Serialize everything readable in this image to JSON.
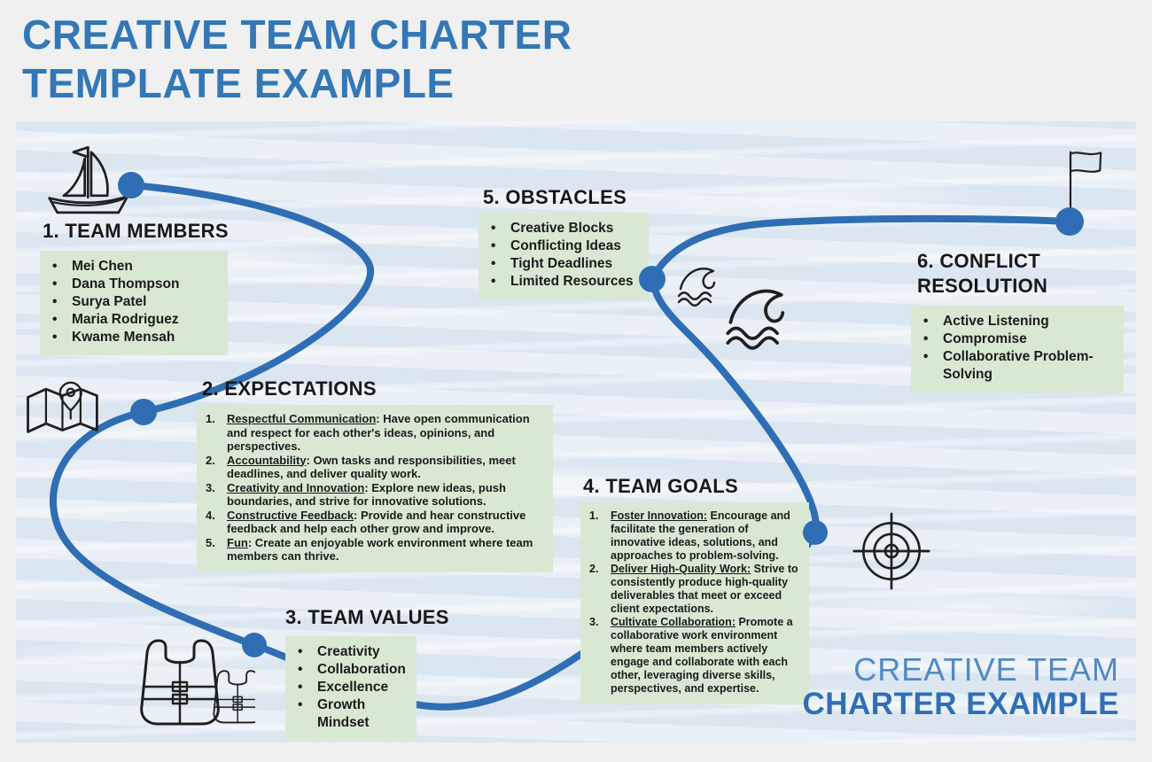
{
  "page": {
    "title_line1": "CREATIVE TEAM CHARTER",
    "title_line2": "TEMPLATE EXAMPLE",
    "brand_line1": "CREATIVE TEAM",
    "brand_line2": "CHARTER EXAMPLE"
  },
  "colors": {
    "accent_blue": "#2F6EB4",
    "title_blue": "#3377B6",
    "box_green": "#D9E8D3",
    "canvas_bg": "#E8EEF5",
    "page_bg": "#F0F0F0",
    "text_black": "#1B1B1B"
  },
  "icons": {
    "start": "sailboat-icon",
    "expectations": "map-icon",
    "values": "life-vest-icon",
    "obstacles": "waves-icon",
    "goals": "target-icon",
    "finish": "flag-icon"
  },
  "sections": [
    {
      "title": "1. TEAM MEMBERS",
      "items": [
        "Mei Chen",
        "Dana Thompson",
        "Surya Patel",
        "Maria Rodriguez",
        "Kwame Mensah"
      ]
    },
    {
      "title": "2. EXPECTATIONS",
      "items": [
        {
          "num": "1.",
          "lead": "Respectful Communication",
          "text": ": Have open communication and respect for each other's ideas, opinions, and perspectives."
        },
        {
          "num": "2.",
          "lead": "Accountability",
          "text": ": Own tasks and responsibilities, meet deadlines, and deliver quality work."
        },
        {
          "num": "3.",
          "lead": "Creativity and Innovation",
          "text": ": Explore new ideas, push boundaries, and strive for innovative solutions."
        },
        {
          "num": "4.",
          "lead": "Constructive Feedback",
          "text": ": Provide and hear constructive feedback and help each other grow and improve."
        },
        {
          "num": "5.",
          "lead": "Fun",
          "text": ": Create an enjoyable work environment where team members can thrive."
        }
      ]
    },
    {
      "title": "3. TEAM VALUES",
      "items": [
        "Creativity",
        "Collaboration",
        "Excellence",
        "Growth Mindset"
      ]
    },
    {
      "title": "4. TEAM GOALS",
      "items": [
        {
          "num": "1.",
          "lead": "Foster Innovation:",
          "text": " Encourage and facilitate the generation of innovative ideas, solutions, and approaches to problem-solving."
        },
        {
          "num": "2.",
          "lead": "Deliver High-Quality Work:",
          "text": " Strive to consistently produce high-quality deliverables that meet or exceed client expectations."
        },
        {
          "num": "3.",
          "lead": "Cultivate Collaboration:",
          "text": " Promote a collaborative work environment where team members actively engage and collaborate with each other, leveraging diverse skills, perspectives, and expertise."
        }
      ]
    },
    {
      "title": "5. OBSTACLES",
      "items": [
        "Creative Blocks",
        "Conflicting Ideas",
        "Tight Deadlines",
        "Limited Resources"
      ]
    },
    {
      "title_line1": "6. CONFLICT",
      "title_line2": "RESOLUTION",
      "items": [
        "Active Listening",
        "Compromise",
        "Collaborative Problem-Solving"
      ]
    }
  ]
}
